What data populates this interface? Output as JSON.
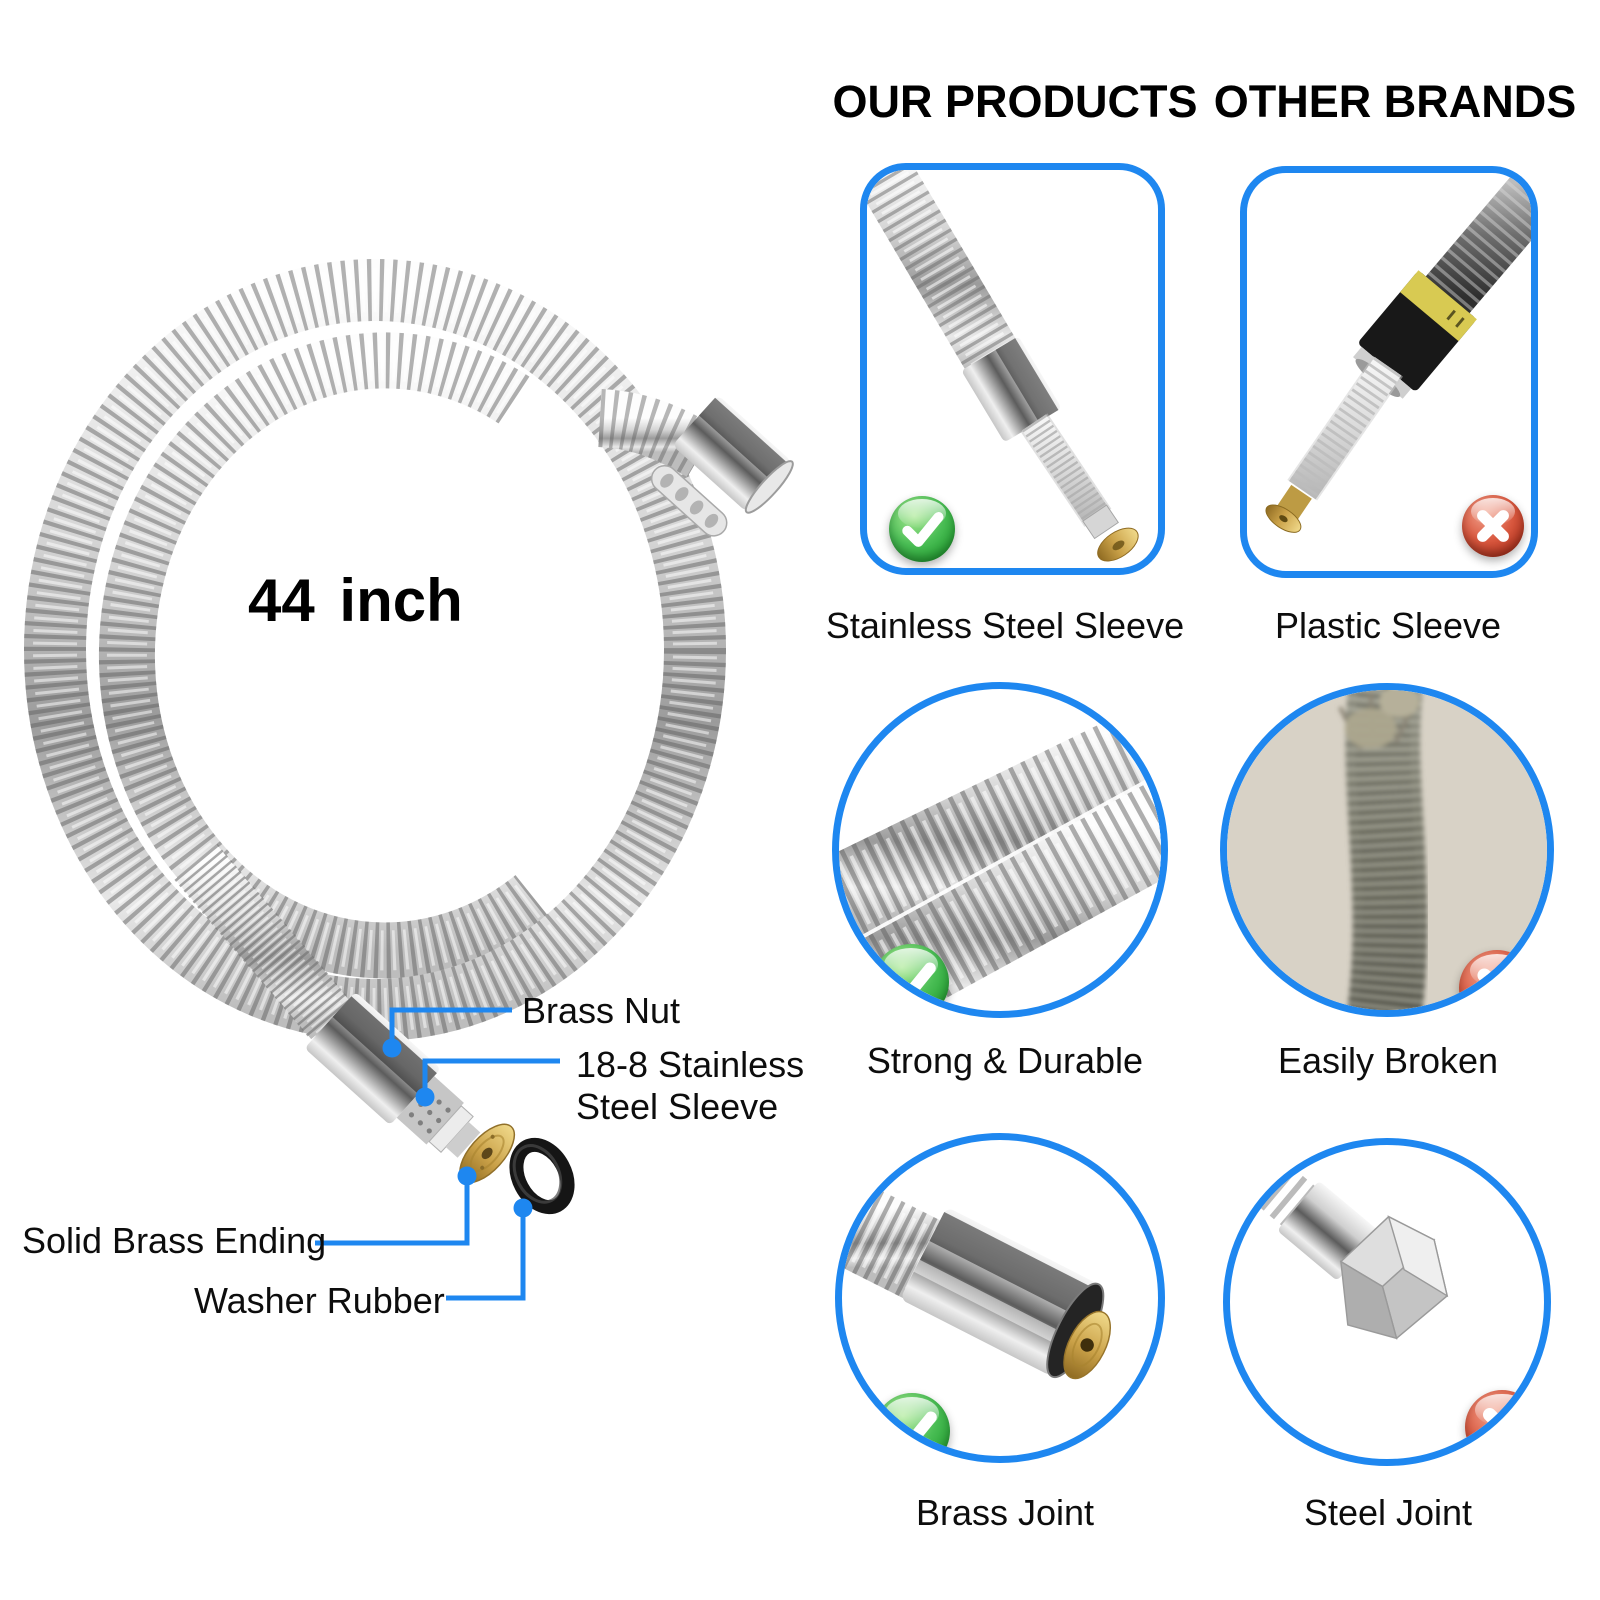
{
  "colors": {
    "accent_blue": "#1e87f0",
    "check_green": "#15a01f",
    "cross_red": "#b52a14",
    "brass_gold": "#c9a24a",
    "other_brand_photo_bg": "#d8d2c6"
  },
  "icons": {
    "approve": "check-icon",
    "reject": "cross-icon"
  },
  "hose": {
    "length_label": "44 inch",
    "callouts": {
      "brass_nut": "Brass Nut",
      "sleeve_line1": "18-8 Stainless",
      "sleeve_line2": "Steel Sleeve",
      "solid_brass_ending": "Solid Brass Ending",
      "washer_rubber": "Washer Rubber"
    }
  },
  "comparison": {
    "left_header": "OUR PRODUCTS",
    "right_header": "OTHER BRANDS",
    "rows": [
      {
        "ours_caption": "Stainless Steel Sleeve",
        "theirs_caption": "Plastic Sleeve"
      },
      {
        "ours_caption": "Strong & Durable",
        "theirs_caption": "Easily Broken"
      },
      {
        "ours_caption": "Brass Joint",
        "theirs_caption": "Steel Joint"
      }
    ]
  }
}
